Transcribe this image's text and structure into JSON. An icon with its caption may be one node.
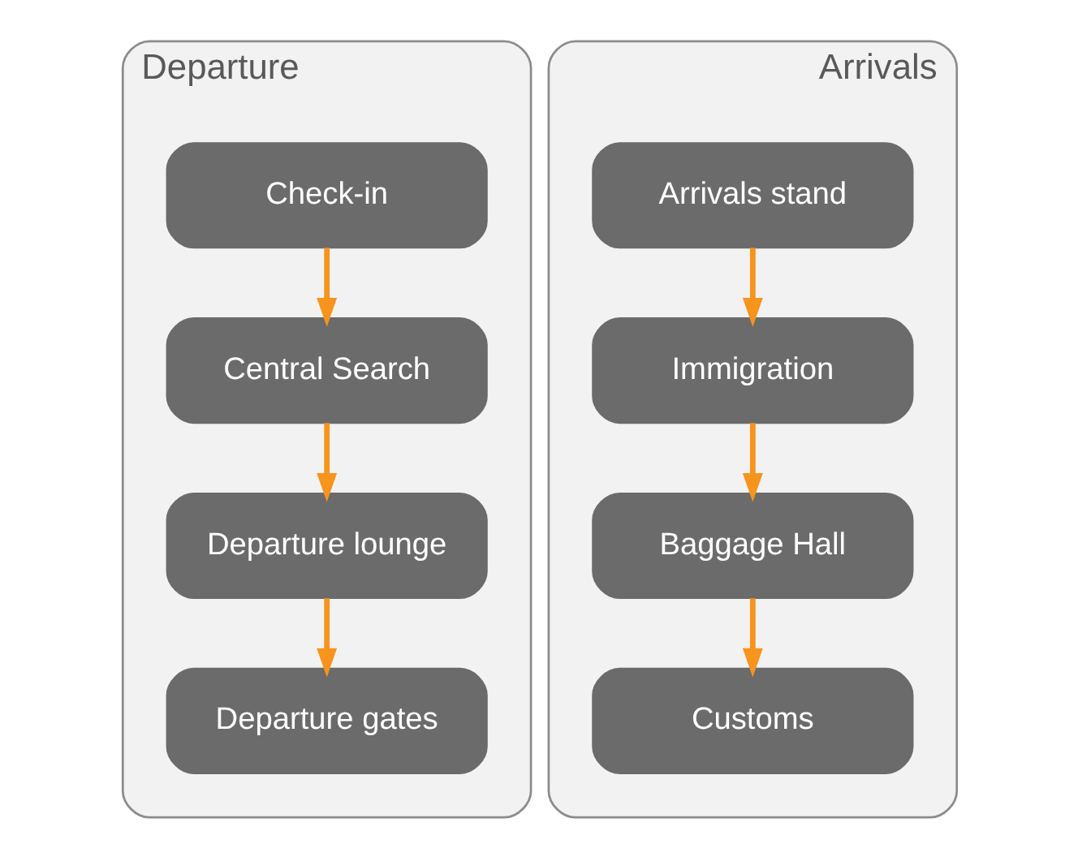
{
  "diagram": {
    "nodes": [
      {
        "text": [
          "Departure"
        ]
      },
      {
        "text": [
          "Check-in"
        ],
        "in": 0
      },
      {
        "text": [
          "Central Search"
        ],
        "in": 0
      },
      {
        "text": [
          "Departure lounge"
        ],
        "in": 0
      },
      {
        "text": [
          "Departure gates"
        ],
        "in": 0
      },
      {
        "text": [
          "Arrivals"
        ]
      },
      {
        "text": [
          "Arrivals stand"
        ],
        "in": 5
      },
      {
        "text": [
          "Immigration"
        ],
        "in": 5
      },
      {
        "text": [
          "Baggage Hall"
        ],
        "in": 5
      },
      {
        "text": [
          "Customs"
        ],
        "in": 5
      }
    ],
    "edges": [
      {
        "from": 1,
        "to": 2,
        "arrow": "to"
      },
      {
        "from": 2,
        "to": 3,
        "arrow": "to"
      },
      {
        "from": 3,
        "to": 4,
        "arrow": "to"
      },
      {
        "from": 6,
        "to": 7,
        "arrow": "to"
      },
      {
        "from": 7,
        "to": 8,
        "arrow": "to"
      },
      {
        "from": 8,
        "to": 9,
        "arrow": "to"
      }
    ]
  }
}
